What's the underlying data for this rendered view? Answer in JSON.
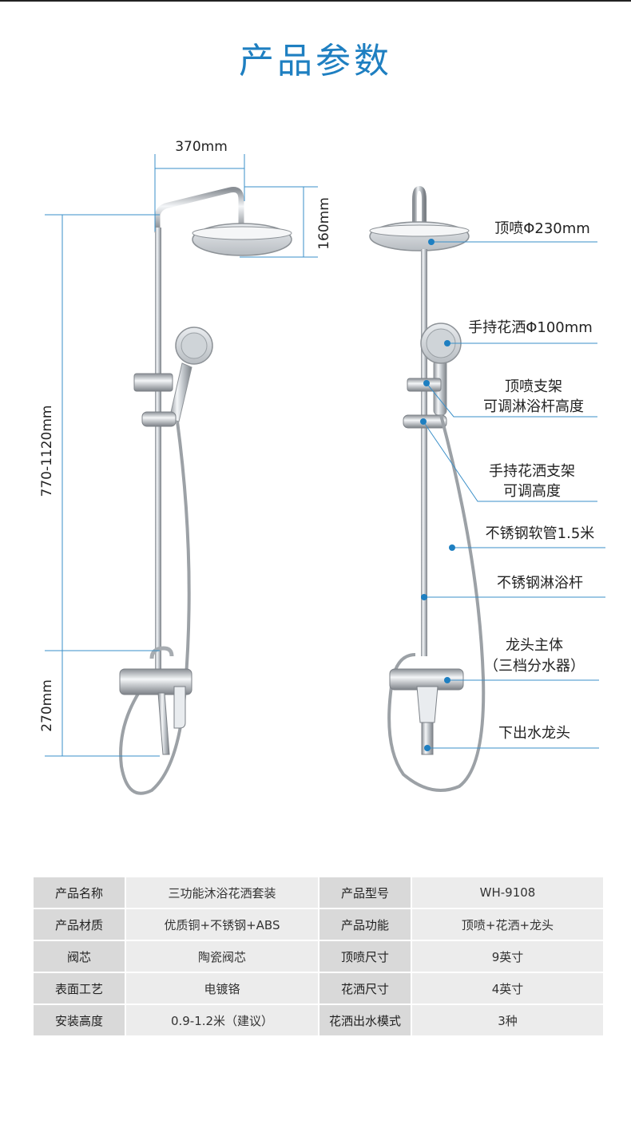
{
  "title": "产品参数",
  "dimensions": {
    "width": "370mm",
    "height_head": "160mm",
    "height_total": "770-1120mm",
    "height_body": "270mm"
  },
  "callouts": [
    "顶喷Φ230mm",
    "手持花洒Φ100mm",
    "顶喷支架",
    "可调淋浴杆高度",
    "手持花洒支架",
    "可调高度",
    "不锈钢软管1.5米",
    "不锈钢淋浴杆",
    "龙头主体",
    "（三档分水器）",
    "下出水龙头"
  ],
  "specs": [
    [
      "产品名称",
      "三功能沐浴花洒套装",
      "产品型号",
      "WH-9108"
    ],
    [
      "产品材质",
      "优质铜+不锈钢+ABS",
      "产品功能",
      "顶喷+花洒+龙头"
    ],
    [
      "阀芯",
      "陶瓷阀芯",
      "顶喷尺寸",
      "9英寸"
    ],
    [
      "表面工艺",
      "电镀铬",
      "花洒尺寸",
      "4英寸"
    ],
    [
      "安装高度",
      "0.9-1.2米（建议）",
      "花洒出水模式",
      "3种"
    ]
  ],
  "colors": {
    "accent": "#1e7fc1",
    "line": "#3a8fc8",
    "key_cell": "#d9d9d9",
    "value_cell": "#ececec"
  }
}
